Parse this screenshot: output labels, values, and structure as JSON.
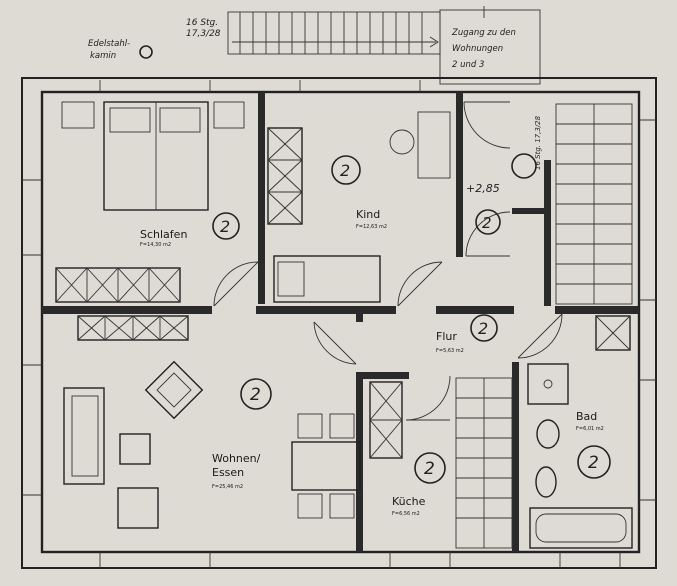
{
  "notes": {
    "chimney": [
      "Edelstahl-",
      "kamin"
    ],
    "stairs_top": [
      "16 Stg.",
      "17,3/28"
    ],
    "access": [
      "Zugang zu den",
      "Wohnungen",
      "2 und 3"
    ],
    "stair_right": "16 Stg. 17,3/28",
    "level": "+2,85",
    "unit_marker": "2"
  },
  "rooms": [
    {
      "id": "schlafen",
      "name": "Schlafen",
      "area": "F=14,30 m2"
    },
    {
      "id": "kind",
      "name": "Kind",
      "area": "F=12,63 m2"
    },
    {
      "id": "flur",
      "name": "Flur",
      "area": "F=5,63 m2"
    },
    {
      "id": "wohnen",
      "name": [
        "Wohnen/",
        "Essen"
      ],
      "area": "F=25,46 m2"
    },
    {
      "id": "kueche",
      "name": "Küche",
      "area": "F=6,56 m2"
    },
    {
      "id": "bad",
      "name": "Bad",
      "area": "F=6,01 m2"
    }
  ]
}
